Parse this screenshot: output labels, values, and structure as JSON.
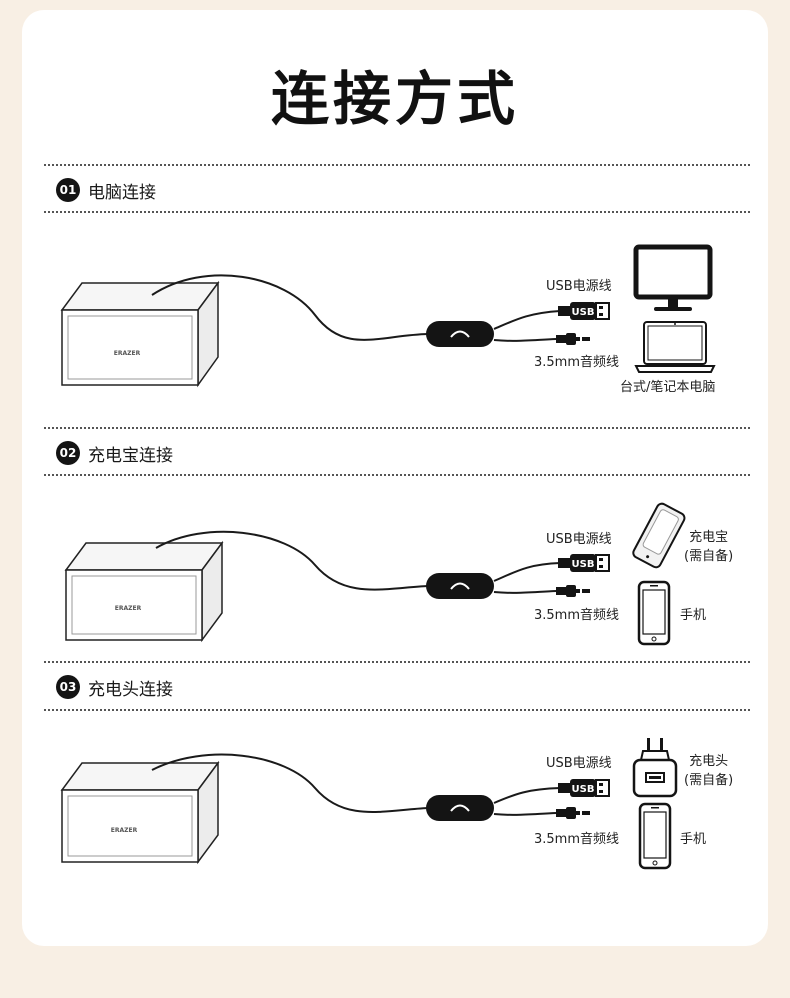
{
  "page": {
    "title": "连接方式"
  },
  "colors": {
    "page_bg": "#f8efe4",
    "card_bg": "#ffffff",
    "ink": "#141414"
  },
  "sections": [
    {
      "number": "01",
      "title": "电脑连接",
      "usb_label": "USB电源线",
      "audio_label": "3.5mm音频线",
      "usb_plug_text": "USB",
      "speaker_brand": "ERAZER",
      "devices": [
        {
          "icon": "monitor-icon"
        },
        {
          "icon": "laptop-icon"
        }
      ],
      "device_caption": "台式/笔记本电脑"
    },
    {
      "number": "02",
      "title": "充电宝连接",
      "usb_label": "USB电源线",
      "audio_label": "3.5mm音频线",
      "usb_plug_text": "USB",
      "speaker_brand": "ERAZER",
      "devices": [
        {
          "icon": "power-bank-icon",
          "label_line1": "充电宝",
          "label_line2": "(需自备)"
        },
        {
          "icon": "phone-icon",
          "label": "手机"
        }
      ]
    },
    {
      "number": "03",
      "title": "充电头连接",
      "usb_label": "USB电源线",
      "audio_label": "3.5mm音频线",
      "usb_plug_text": "USB",
      "speaker_brand": "ERAZER",
      "devices": [
        {
          "icon": "charger-icon",
          "label_line1": "充电头",
          "label_line2": "(需自备)"
        },
        {
          "icon": "phone-icon",
          "label": "手机"
        }
      ]
    }
  ]
}
